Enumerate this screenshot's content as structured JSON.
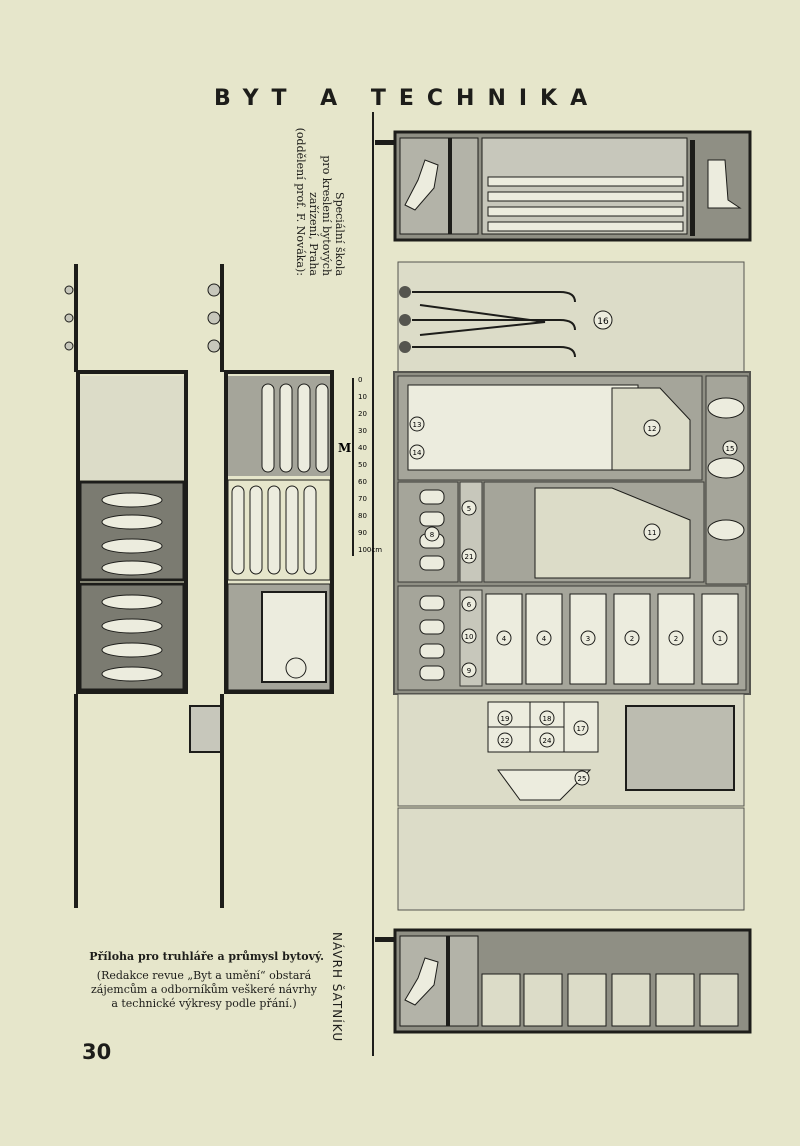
{
  "header": {
    "title": "BYT A TECHNIKA"
  },
  "credit": {
    "lines": [
      "Speciální škola",
      "pro kreslení bytových",
      "zařízení, Praha",
      "(oddělení prof. F. Nováka):"
    ]
  },
  "caption": {
    "text": "NÁVRH ŠATNÍKU"
  },
  "scale": {
    "label": "M",
    "ticks": [
      "0",
      "10",
      "20",
      "30",
      "40",
      "50",
      "60",
      "70",
      "80",
      "90",
      "100cm"
    ]
  },
  "drawing_labels": {
    "coat_top": [
      "13",
      "14",
      "12",
      "15"
    ],
    "coat_bottom": [
      "5",
      "21",
      "8",
      "11"
    ],
    "drawers": [
      "9",
      "10",
      "6",
      "4",
      "4",
      "3",
      "2",
      "2",
      "1"
    ],
    "umbrella": [
      "16"
    ],
    "boxes": [
      "19",
      "22",
      "18",
      "24",
      "17",
      "25"
    ]
  },
  "note": {
    "line1": "Příloha pro truhláře a průmysl bytový.",
    "para_lines": [
      "(Redakce revue „Byt a umění“ obstará",
      "zájemcům a odborníkům veškeré návrhy",
      "a technické výkresy podle přání.)"
    ]
  },
  "page": {
    "number": "30"
  },
  "colors": {
    "paper": "#e6e6cb",
    "ink": "#1d1d1a",
    "panel": "#8f8f84",
    "light": "#dcdcc8"
  }
}
